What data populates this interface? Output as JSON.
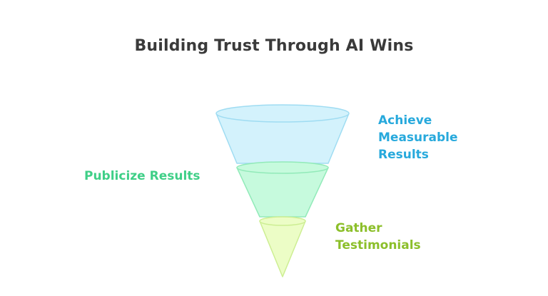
{
  "title": "Building Trust Through AI Wins",
  "stages": [
    {
      "lines": [
        "Achieve",
        "Measurable",
        "Results"
      ],
      "color": "#27a9dc",
      "fill": "#d3f2fc",
      "stroke": "#9fdcf2"
    },
    {
      "lines": [
        "Publicize Results"
      ],
      "color": "#3fcf87",
      "fill": "#c6fadd",
      "stroke": "#92eab9"
    },
    {
      "lines": [
        "Gather",
        "Testimonials"
      ],
      "color": "#8cbf2a",
      "fill": "#ecfdc6",
      "stroke": "#cdee93"
    }
  ]
}
